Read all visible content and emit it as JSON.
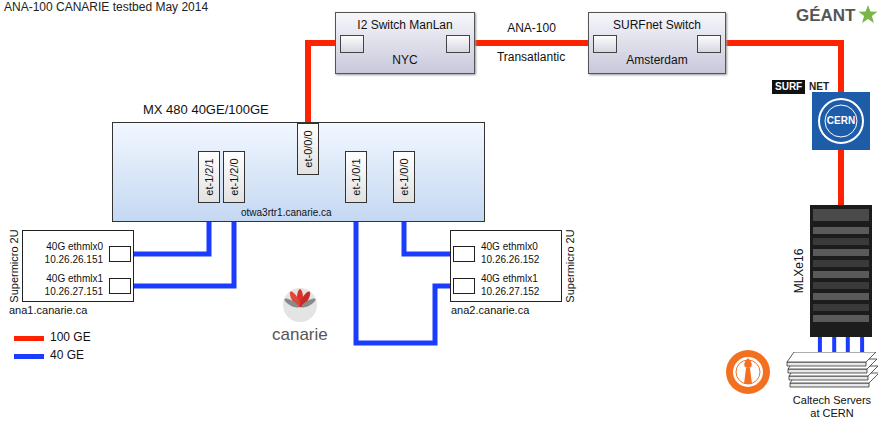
{
  "diagram": {
    "title": "ANA-100 CANARIE testbed May 2014",
    "nodes": [
      {
        "text": [
          "I2 Switch ManLan",
          "NYC"
        ]
      },
      {
        "text": [
          "SURFnet Switch",
          "Amsterdam"
        ]
      },
      {
        "text": [
          "MX 480 40GE/100GE",
          "otwa3rtr1.canarie.ca"
        ]
      },
      {
        "text": [
          "et-1/2/1"
        ],
        "in": 2
      },
      {
        "text": [
          "et-1/2/0"
        ],
        "in": 2
      },
      {
        "text": [
          "et-0/0/0"
        ],
        "in": 2
      },
      {
        "text": [
          "et-1/0/1"
        ],
        "in": 2
      },
      {
        "text": [
          "et-1/0/0"
        ],
        "in": 2
      },
      {
        "text": [
          "Supermicro 2U",
          "ana1.canarie.ca"
        ]
      },
      {
        "text": [
          "40G ethmlx0",
          "10.26.26.151"
        ],
        "in": 8
      },
      {
        "text": [
          "40G ethmlx1",
          "10.26.27.151"
        ],
        "in": 8
      },
      {
        "text": [
          "Supermicro 2U",
          "ana2.canarie.ca"
        ]
      },
      {
        "text": [
          "40G ethmlx0",
          "10.26.26.152"
        ],
        "in": 11
      },
      {
        "text": [
          "40G ethmlx1",
          "10.26.27.152"
        ],
        "in": 11
      },
      {
        "text": [
          "CERN"
        ]
      },
      {
        "text": [
          "MLXe16"
        ]
      },
      {
        "text": [
          "Caltech Servers at CERN"
        ]
      }
    ],
    "edges": [
      {
        "from": 5,
        "to": 0,
        "arrow": "none"
      },
      {
        "from": 0,
        "to": 1,
        "label": "ANA-100",
        "arrow": "none"
      },
      {
        "from": 1,
        "to": 14,
        "arrow": "none"
      },
      {
        "from": 14,
        "to": 15,
        "arrow": "none"
      },
      {
        "from": 3,
        "to": 9,
        "arrow": "none"
      },
      {
        "from": 4,
        "to": 10,
        "arrow": "none"
      },
      {
        "from": 6,
        "to": 13,
        "arrow": "none"
      },
      {
        "from": 7,
        "to": 12,
        "arrow": "none"
      },
      {
        "from": 15,
        "to": 16,
        "arrow": "none"
      },
      {
        "from": 15,
        "to": 16,
        "arrow": "none"
      },
      {
        "from": 15,
        "to": 16,
        "arrow": "none"
      },
      {
        "from": 15,
        "to": 16,
        "arrow": "none"
      }
    ],
    "labels": [
      "Transatlantic",
      "GÉANT",
      "SURF",
      "NET",
      "canarie"
    ],
    "legend": [
      {
        "text": "100 GE",
        "color": "#ff2200"
      },
      {
        "text": "40 GE",
        "color": "#1a3cff"
      }
    ]
  }
}
